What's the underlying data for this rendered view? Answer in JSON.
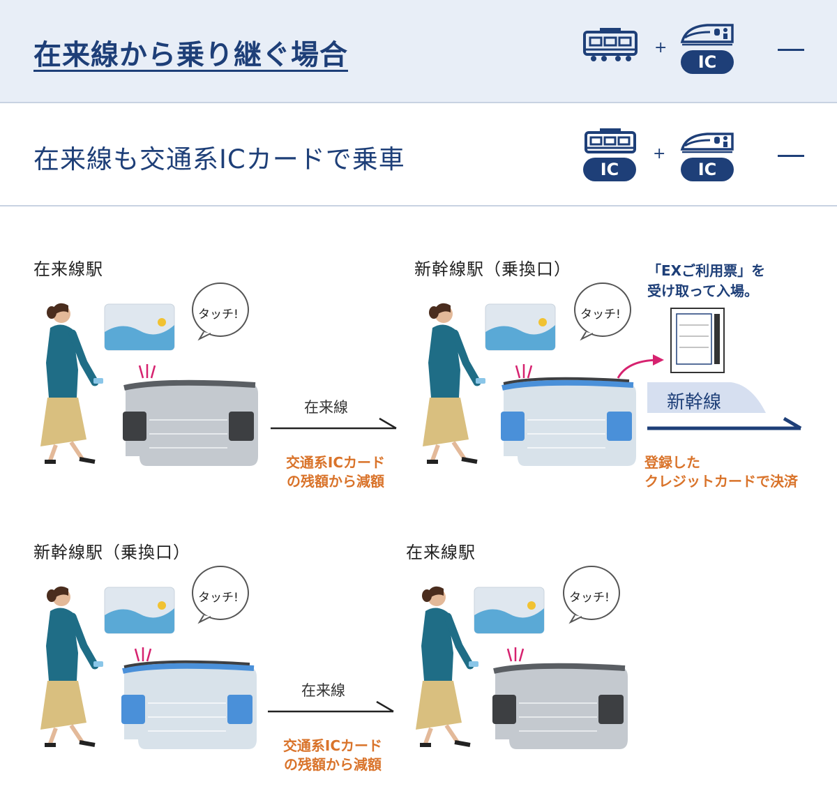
{
  "header": {
    "title": "在来線から乗り継ぐ場合",
    "plus": "+",
    "ic_badge": "IC",
    "icons": [
      "conventional-train-icon",
      "shinkansen-icon"
    ],
    "toggle": "collapse"
  },
  "option": {
    "title": "在来線も交通系ICカードで乗車",
    "plus": "+",
    "ic_badge_left": "IC",
    "ic_badge_right": "IC",
    "toggle": "collapse"
  },
  "diagram": {
    "row1": {
      "left_station": "在来線駅",
      "right_station": "新幹線駅（乗換口）",
      "touch_left": "タッチ!",
      "touch_right": "タッチ!",
      "route_label": "在来線",
      "fare_note_line1": "交通系ICカード",
      "fare_note_line2": "の残額から減額",
      "pickup_line1": "「EXご利用票」を",
      "pickup_line2": "受け取って入場。",
      "shinkansen_label": "新幹線",
      "payment_line1": "登録した",
      "payment_line2": "クレジットカードで決済"
    },
    "row2": {
      "left_station": "新幹線駅（乗換口）",
      "right_station": "在来線駅",
      "touch_left": "タッチ!",
      "touch_right": "タッチ!",
      "route_label": "在来線",
      "fare_note_line1": "交通系ICカード",
      "fare_note_line2": "の残額から減額"
    }
  },
  "colors": {
    "navy": "#1e3f78",
    "orange": "#d9732a",
    "gate_gray": "#c4c9cf",
    "gate_blue": "#4a90d9",
    "card_blue": "#5aa9d6",
    "coat": "#1f6d86",
    "skirt": "#d9bf7f",
    "magenta": "#d6226f"
  }
}
